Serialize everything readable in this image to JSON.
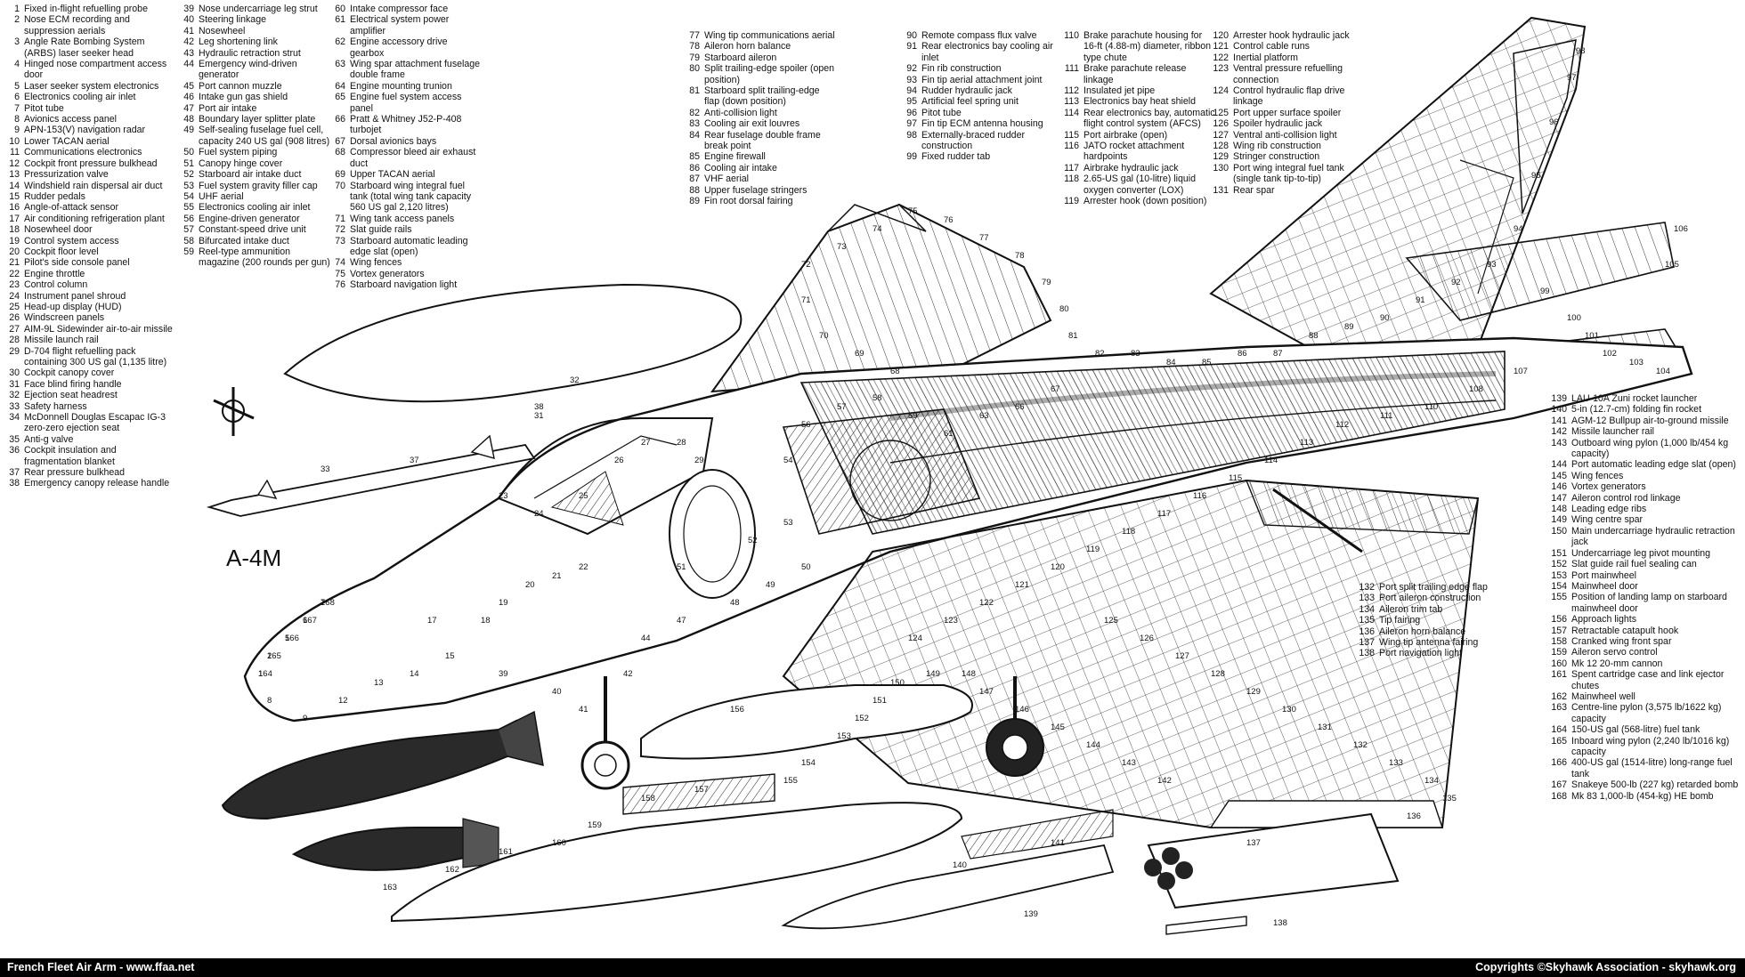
{
  "aircraft_label": "A-4M",
  "footer": {
    "left": "French Fleet Air Arm - www.ffaa.net",
    "right": "Copyrights ©Skyhawk Association - skyhawk.org"
  },
  "keys": {
    "col1": [
      [
        "1",
        "Fixed in-flight refuelling probe"
      ],
      [
        "2",
        "Nose ECM recording and suppression aerials"
      ],
      [
        "3",
        "Angle Rate Bombing System (ARBS) laser seeker head"
      ],
      [
        "4",
        "Hinged nose compartment access door"
      ],
      [
        "5",
        "Laser seeker system electronics"
      ],
      [
        "6",
        "Electronics cooling air inlet"
      ],
      [
        "7",
        "Pitot tube"
      ],
      [
        "8",
        "Avionics access panel"
      ],
      [
        "9",
        "APN-153(V) navigation radar"
      ],
      [
        "10",
        "Lower TACAN aerial"
      ],
      [
        "11",
        "Communications electronics"
      ],
      [
        "12",
        "Cockpit front pressure bulkhead"
      ],
      [
        "13",
        "Pressurization valve"
      ],
      [
        "14",
        "Windshield rain dispersal air duct"
      ],
      [
        "15",
        "Rudder pedals"
      ],
      [
        "16",
        "Angle-of-attack sensor"
      ],
      [
        "17",
        "Air conditioning refrigeration plant"
      ],
      [
        "18",
        "Nosewheel door"
      ],
      [
        "19",
        "Control system access"
      ],
      [
        "20",
        "Cockpit floor level"
      ],
      [
        "21",
        "Pilot's side console panel"
      ],
      [
        "22",
        "Engine throttle"
      ],
      [
        "23",
        "Control column"
      ],
      [
        "24",
        "Instrument panel shroud"
      ],
      [
        "25",
        "Head-up display (HUD)"
      ],
      [
        "26",
        "Windscreen panels"
      ],
      [
        "27",
        "AIM-9L Sidewinder air-to-air missile"
      ],
      [
        "28",
        "Missile launch rail"
      ],
      [
        "29",
        "D-704 flight refuelling pack containing 300 US gal (1,135 litre)"
      ],
      [
        "30",
        "Cockpit canopy cover"
      ],
      [
        "31",
        "Face blind firing handle"
      ],
      [
        "32",
        "Ejection seat headrest"
      ],
      [
        "33",
        "Safety harness"
      ],
      [
        "34",
        "McDonnell Douglas Escapac IG-3 zero-zero ejection seat"
      ],
      [
        "35",
        "Anti-g valve"
      ],
      [
        "36",
        "Cockpit insulation and fragmentation blanket"
      ],
      [
        "37",
        "Rear pressure bulkhead"
      ],
      [
        "38",
        "Emergency canopy release handle"
      ]
    ],
    "col2": [
      [
        "39",
        "Nose undercarriage leg strut"
      ],
      [
        "40",
        "Steering linkage"
      ],
      [
        "41",
        "Nosewheel"
      ],
      [
        "42",
        "Leg shortening link"
      ],
      [
        "43",
        "Hydraulic retraction strut"
      ],
      [
        "44",
        "Emergency wind-driven generator"
      ],
      [
        "45",
        "Port cannon muzzle"
      ],
      [
        "46",
        "Intake gun gas shield"
      ],
      [
        "47",
        "Port air intake"
      ],
      [
        "48",
        "Boundary layer splitter plate"
      ],
      [
        "49",
        "Self-sealing fuselage fuel cell, capacity 240 US gal (908 litres)"
      ],
      [
        "50",
        "Fuel system piping"
      ],
      [
        "51",
        "Canopy hinge cover"
      ],
      [
        "52",
        "Starboard air intake duct"
      ],
      [
        "53",
        "Fuel system gravity filler cap"
      ],
      [
        "54",
        "UHF aerial"
      ],
      [
        "55",
        "Electronics cooling air inlet"
      ],
      [
        "56",
        "Engine-driven generator"
      ],
      [
        "57",
        "Constant-speed drive unit"
      ],
      [
        "58",
        "Bifurcated intake duct"
      ],
      [
        "59",
        "Reel-type ammunition magazine (200 rounds per gun)"
      ]
    ],
    "col3": [
      [
        "60",
        "Intake compressor face"
      ],
      [
        "61",
        "Electrical system power amplifier"
      ],
      [
        "62",
        "Engine accessory drive gearbox"
      ],
      [
        "63",
        "Wing spar attachment fuselage double frame"
      ],
      [
        "64",
        "Engine mounting trunion"
      ],
      [
        "65",
        "Engine fuel system access panel"
      ],
      [
        "66",
        "Pratt & Whitney J52-P-408 turbojet"
      ],
      [
        "67",
        "Dorsal avionics bays"
      ],
      [
        "68",
        "Compressor bleed air exhaust duct"
      ],
      [
        "69",
        "Upper TACAN aerial"
      ],
      [
        "70",
        "Starboard wing integral fuel tank (total wing tank capacity 560 US gal 2,120 litres)"
      ],
      [
        "71",
        "Wing tank access panels"
      ],
      [
        "72",
        "Slat guide rails"
      ],
      [
        "73",
        "Starboard automatic leading edge slat (open)"
      ],
      [
        "74",
        "Wing fences"
      ],
      [
        "75",
        "Vortex generators"
      ],
      [
        "76",
        "Starboard navigation light"
      ]
    ],
    "col4": [
      [
        "77",
        "Wing tip communications aerial"
      ],
      [
        "78",
        "Aileron horn balance"
      ],
      [
        "79",
        "Starboard aileron"
      ],
      [
        "80",
        "Split trailing-edge spoiler (open position)"
      ],
      [
        "81",
        "Starboard split trailing-edge flap (down position)"
      ],
      [
        "82",
        "Anti-collision light"
      ],
      [
        "83",
        "Cooling air exit louvres"
      ],
      [
        "84",
        "Rear fuselage double frame break point"
      ],
      [
        "85",
        "Engine firewall"
      ],
      [
        "86",
        "Cooling air intake"
      ],
      [
        "87",
        "VHF aerial"
      ],
      [
        "88",
        "Upper fuselage stringers"
      ],
      [
        "89",
        "Fin root dorsal fairing"
      ]
    ],
    "col5": [
      [
        "90",
        "Remote compass flux valve"
      ],
      [
        "91",
        "Rear electronics bay cooling air inlet"
      ],
      [
        "92",
        "Fin rib construction"
      ],
      [
        "93",
        "Fin tip aerial attachment joint"
      ],
      [
        "94",
        "Rudder hydraulic jack"
      ],
      [
        "95",
        "Artificial feel spring unit"
      ],
      [
        "96",
        "Pitot tube"
      ],
      [
        "97",
        "Fin tip ECM antenna housing"
      ],
      [
        "98",
        "Externally-braced rudder construction"
      ],
      [
        "99",
        "Fixed rudder tab"
      ]
    ],
    "col6": [
      [
        "110",
        "Brake parachute housing for 16-ft (4.88-m) diameter, ribbon type chute"
      ],
      [
        "111",
        "Brake parachute release linkage"
      ],
      [
        "112",
        "Insulated jet pipe"
      ],
      [
        "113",
        "Electronics bay heat shield"
      ],
      [
        "114",
        "Rear electronics bay, automatic flight control system (AFCS)"
      ],
      [
        "115",
        "Port airbrake (open)"
      ],
      [
        "116",
        "JATO rocket attachment hardpoints"
      ],
      [
        "117",
        "Airbrake hydraulic jack"
      ],
      [
        "118",
        "2.65-US gal (10-litre) liquid oxygen converter (LOX)"
      ],
      [
        "119",
        "Arrester hook (down position)"
      ]
    ],
    "col7": [
      [
        "120",
        "Arrester hook hydraulic jack"
      ],
      [
        "121",
        "Control cable runs"
      ],
      [
        "122",
        "Inertial platform"
      ],
      [
        "123",
        "Ventral pressure refuelling connection"
      ],
      [
        "124",
        "Control hydraulic flap drive linkage"
      ],
      [
        "125",
        "Port upper surface spoiler"
      ],
      [
        "126",
        "Spoiler hydraulic jack"
      ],
      [
        "127",
        "Ventral anti-collision light"
      ],
      [
        "128",
        "Wing rib construction"
      ],
      [
        "129",
        "Stringer construction"
      ],
      [
        "130",
        "Port wing integral fuel tank (single tank tip-to-tip)"
      ],
      [
        "131",
        "Rear spar"
      ]
    ],
    "col8": [
      [
        "132",
        "Port split trailing edge flap"
      ],
      [
        "133",
        "Port aileron construction"
      ],
      [
        "134",
        "Aileron trim tab"
      ],
      [
        "135",
        "Tip fairing"
      ],
      [
        "136",
        "Aileron horn balance"
      ],
      [
        "137",
        "Wing tip antenna fairing"
      ],
      [
        "138",
        "Port navigation light"
      ]
    ],
    "col9": [
      [
        "139",
        "LAU-10A Zuni rocket launcher"
      ],
      [
        "140",
        "5-in (12.7-cm) folding fin rocket"
      ],
      [
        "141",
        "AGM-12 Bullpup air-to-ground missile"
      ],
      [
        "142",
        "Missile launcher rail"
      ],
      [
        "143",
        "Outboard wing pylon (1,000 lb/454 kg capacity)"
      ],
      [
        "144",
        "Port automatic leading edge slat (open)"
      ],
      [
        "145",
        "Wing fences"
      ],
      [
        "146",
        "Vortex generators"
      ],
      [
        "147",
        "Aileron control rod linkage"
      ],
      [
        "148",
        "Leading edge ribs"
      ],
      [
        "149",
        "Wing centre spar"
      ],
      [
        "150",
        "Main undercarriage hydraulic retraction jack"
      ],
      [
        "151",
        "Undercarriage leg pivot mounting"
      ],
      [
        "152",
        "Slat guide rail fuel sealing can"
      ],
      [
        "153",
        "Port mainwheel"
      ],
      [
        "154",
        "Mainwheel door"
      ],
      [
        "155",
        "Position of landing lamp on starboard mainwheel door"
      ],
      [
        "156",
        "Approach lights"
      ],
      [
        "157",
        "Retractable catapult hook"
      ],
      [
        "158",
        "Cranked wing front spar"
      ],
      [
        "159",
        "Aileron servo control"
      ],
      [
        "160",
        "Mk 12 20-mm cannon"
      ],
      [
        "161",
        "Spent cartridge case and link ejector chutes"
      ],
      [
        "162",
        "Mainwheel well"
      ],
      [
        "163",
        "Centre-line pylon (3,575 lb/1622 kg) capacity"
      ],
      [
        "164",
        "150-US gal (568-litre) fuel tank"
      ],
      [
        "165",
        "Inboard wing pylon (2,240 lb/1016 kg) capacity"
      ],
      [
        "166",
        "400-US gal (1514-litre) long-range fuel tank"
      ],
      [
        "167",
        "Snakeye 500-lb (227 kg) retarded bomb"
      ],
      [
        "168",
        "Mk 83 1,000-lb (454-kg) HE bomb"
      ]
    ]
  },
  "callouts": [
    "1",
    "2",
    "5",
    "6",
    "7",
    "8",
    "9",
    "12",
    "13",
    "14",
    "15",
    "17",
    "18",
    "19",
    "20",
    "21",
    "22",
    "23",
    "24",
    "25",
    "26",
    "27",
    "28",
    "29",
    "31",
    "32",
    "33",
    "37",
    "38",
    "39",
    "40",
    "41",
    "42",
    "44",
    "47",
    "48",
    "49",
    "50",
    "51",
    "52",
    "53",
    "54",
    "56",
    "57",
    "58",
    "59",
    "61",
    "63",
    "66",
    "67",
    "68",
    "69",
    "70",
    "71",
    "72",
    "73",
    "74",
    "75",
    "76",
    "77",
    "78",
    "79",
    "80",
    "81",
    "82",
    "83",
    "84",
    "85",
    "86",
    "87",
    "88",
    "89",
    "90",
    "91",
    "92",
    "93",
    "94",
    "95",
    "96",
    "97",
    "98",
    "99",
    "100",
    "101",
    "102",
    "103",
    "104",
    "105",
    "106",
    "107",
    "108",
    "110",
    "111",
    "112",
    "113",
    "114",
    "115",
    "116",
    "117",
    "118",
    "119",
    "120",
    "121",
    "122",
    "123",
    "124",
    "125",
    "126",
    "127",
    "128",
    "129",
    "130",
    "131",
    "132",
    "133",
    "134",
    "135",
    "136",
    "137",
    "138",
    "139",
    "140",
    "141",
    "142",
    "143",
    "144",
    "145",
    "146",
    "147",
    "148",
    "149",
    "150",
    "151",
    "152",
    "153",
    "154",
    "155",
    "156",
    "157",
    "158",
    "159",
    "160",
    "161",
    "162",
    "163",
    "164",
    "165",
    "166",
    "167",
    "168"
  ]
}
